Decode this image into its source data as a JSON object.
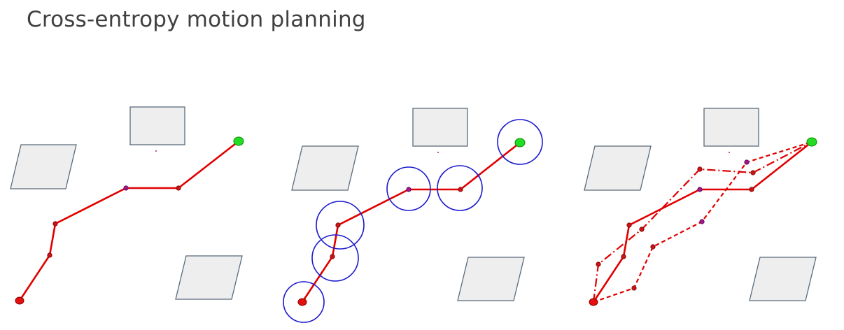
{
  "slide": {
    "title": "Cross-entropy motion planning"
  },
  "colors": {
    "path": "#e00000",
    "goal": "#22dd22",
    "sampling_circle": "#1a1ad0",
    "obstacle_fill": "#eeeeee",
    "obstacle_stroke": "#5a6b7a"
  },
  "panels": [
    {
      "name": "initial-path",
      "paths": 1,
      "sampling_circles": false
    },
    {
      "name": "sampling-regions",
      "paths": 1,
      "sampling_circles": true
    },
    {
      "name": "sampled-paths",
      "paths": 3,
      "sampling_circles": false
    }
  ]
}
